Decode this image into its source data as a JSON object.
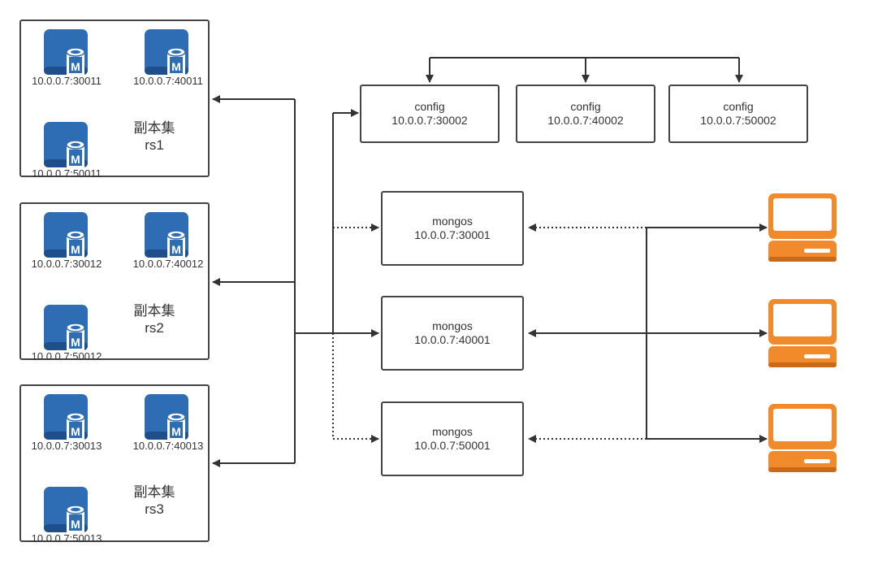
{
  "replica_sets": [
    {
      "title_cn": "副本集",
      "title_id": "rs1",
      "nodes": [
        {
          "label": "10.0.0.7:30011"
        },
        {
          "label": "10.0.0.7:40011"
        },
        {
          "label": "10.0.0.7:50011"
        }
      ]
    },
    {
      "title_cn": "副本集",
      "title_id": "rs2",
      "nodes": [
        {
          "label": "10.0.0.7:30012"
        },
        {
          "label": "10.0.0.7:40012"
        },
        {
          "label": "10.0.0.7:50012"
        }
      ]
    },
    {
      "title_cn": "副本集",
      "title_id": "rs3",
      "nodes": [
        {
          "label": "10.0.0.7:30013"
        },
        {
          "label": "10.0.0.7:40013"
        },
        {
          "label": "10.0.0.7:50013"
        }
      ]
    }
  ],
  "db_icon_letter": "M",
  "config_servers": [
    {
      "name": "config",
      "addr": "10.0.0.7:30002"
    },
    {
      "name": "config",
      "addr": "10.0.0.7:40002"
    },
    {
      "name": "config",
      "addr": "10.0.0.7:50002"
    }
  ],
  "mongos": [
    {
      "name": "mongos",
      "addr": "10.0.0.7:30001"
    },
    {
      "name": "mongos",
      "addr": "10.0.0.7:40001"
    },
    {
      "name": "mongos",
      "addr": "10.0.0.7:50001"
    }
  ],
  "clients": [
    {
      "icon": "computer-icon"
    },
    {
      "icon": "computer-icon"
    },
    {
      "icon": "computer-icon"
    }
  ],
  "colors": {
    "db_blue": "#2e6db4",
    "db_blue_dark": "#1f4f8a",
    "client_orange": "#f08a2a",
    "line": "#333333"
  }
}
